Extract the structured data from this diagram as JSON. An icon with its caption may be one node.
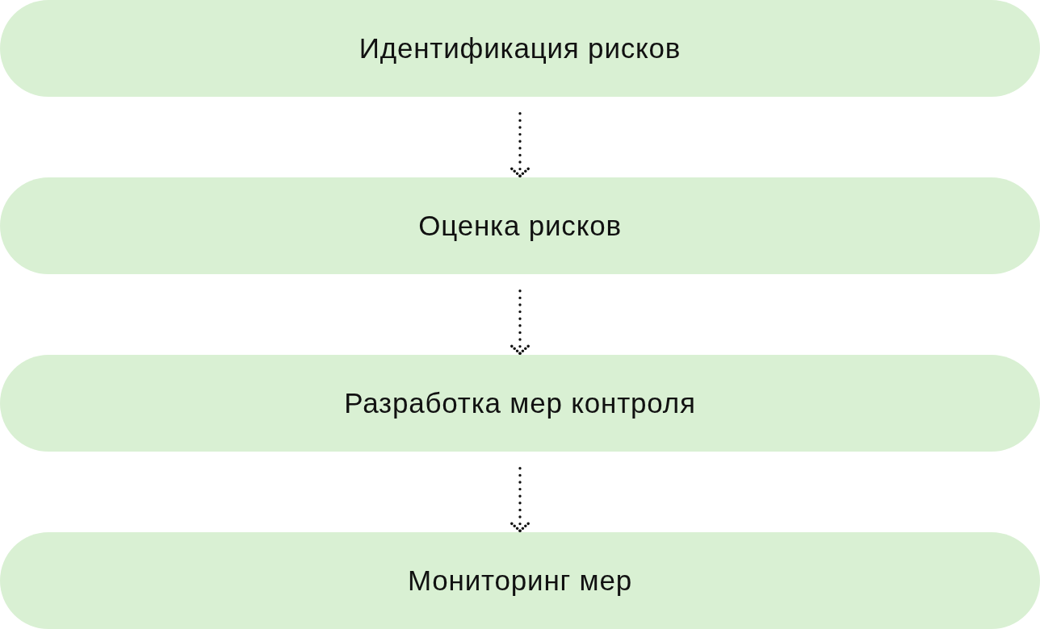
{
  "diagram": {
    "nodes": [
      {
        "text": [
          "Идентификация рисков"
        ]
      },
      {
        "text": [
          "Оценка рисков"
        ]
      },
      {
        "text": [
          "Разработка мер контроля"
        ]
      },
      {
        "text": [
          "Мониторинг мер"
        ]
      }
    ],
    "edges": [
      {
        "from": 0,
        "to": 1,
        "arrow": "to"
      },
      {
        "from": 1,
        "to": 2,
        "arrow": "to"
      },
      {
        "from": 2,
        "to": 3,
        "arrow": "to"
      }
    ]
  }
}
